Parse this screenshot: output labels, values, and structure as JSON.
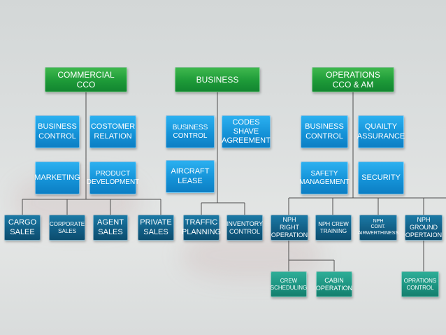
{
  "colors": {
    "header_green": "#1d9a38",
    "tier_blue": "#1593d8",
    "leaf_navy": "#125f86",
    "sub_teal": "#1c9481",
    "connector": "#4d4d4d"
  },
  "headers": {
    "commercial": "COMMERCIAL\nCCO",
    "business": "BUSINESS",
    "operations": "OPERATIONS\nCCO & AM"
  },
  "commercial": {
    "business_control": "BUSINESS\nCONTROL",
    "costomer_relation": "COSTOMER\nRELATION",
    "marketing": "MARKETING",
    "product_development": "PRODUCT\nDEVELOPMENT"
  },
  "business": {
    "business_control": "BUSINESS\nCONTROL",
    "codes_shave_agreement": "CODES\nSHAVE\nAGREEMENT",
    "aircraft_lease": "AIRCRAFT\nLEASE"
  },
  "operations": {
    "business_control": "BUSINESS\nCONTROL",
    "quality_assurance": "QUAILTY\nASSURANCE",
    "safety_management": "SAFETY\nMANAGEMENT",
    "security": "SECURITY"
  },
  "leaves": {
    "cargo_salee": "CARGO\nSALEE",
    "corporate_sales": "CORPORATE\nSALES",
    "agent_sales": "AGENT\nSALES",
    "private_sales": "PRIVATE\nSALES",
    "traffic_planning": "TRAFFIC\nPLANNING",
    "inventory_control": "INVENTORY\nCONTROL",
    "nph_right_operation": "NPH\nRIGHT\nOPERATION",
    "nph_crew_training": "NPH CREW\nTRAINING",
    "nph_cont_airwerthiness": "NPH\nCONT.\nAIRWERTHINESS",
    "nph_ground_opertaion": "NPH\nGROUND\nOPERTAION"
  },
  "sub_leaves": {
    "crew_scheduling": "CREW\nSCHEDULING",
    "cabin_operation": "CABIN\nOPERATION",
    "oprations_control": "OPRATIONS\nCONTROL"
  }
}
